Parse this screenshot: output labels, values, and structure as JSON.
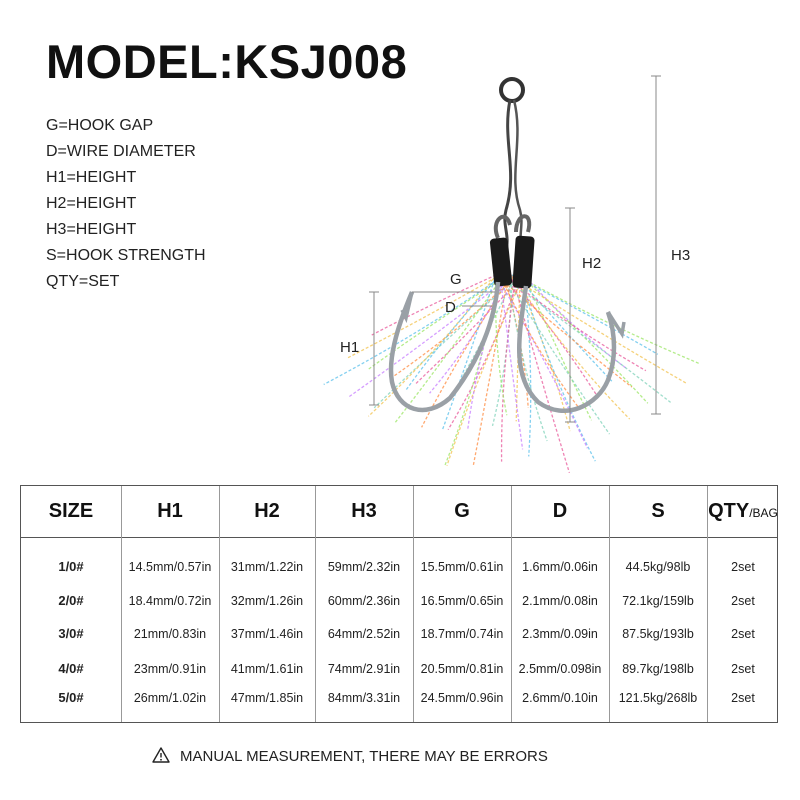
{
  "title": "MODEL:KSJ008",
  "legend": [
    "G=HOOK GAP",
    "D=WIRE DIAMETER",
    "H1=HEIGHT",
    "H2=HEIGHT",
    "H3=HEIGHT",
    "S=HOOK STRENGTH",
    "QTY=SET"
  ],
  "diagram_labels": {
    "g": "G",
    "d": "D",
    "h1": "H1",
    "h2": "H2",
    "h3": "H3"
  },
  "table": {
    "headers": [
      "SIZE",
      "H1",
      "H2",
      "H3",
      "G",
      "D",
      "S"
    ],
    "qty_header": "QTY",
    "qty_header_suffix": "/BAG",
    "rows": [
      [
        "1/0#",
        "14.5mm/0.57in",
        "31mm/1.22in",
        "59mm/2.32in",
        "15.5mm/0.61in",
        "1.6mm/0.06in",
        "44.5kg/98lb",
        "2set"
      ],
      [
        "2/0#",
        "18.4mm/0.72in",
        "32mm/1.26in",
        "60mm/2.36in",
        "16.5mm/0.65in",
        "2.1mm/0.08in",
        "72.1kg/159lb",
        "2set"
      ],
      [
        "3/0#",
        "21mm/0.83in",
        "37mm/1.46in",
        "64mm/2.52in",
        "18.7mm/0.74in",
        "2.3mm/0.09in",
        "87.5kg/193lb",
        "2set"
      ],
      [
        "4/0#",
        "23mm/0.91in",
        "41mm/1.61in",
        "74mm/2.91in",
        "20.5mm/0.81in",
        "2.5mm/0.098in",
        "89.7kg/198lb",
        "2set"
      ],
      [
        "5/0#",
        "26mm/1.02in",
        "47mm/1.85in",
        "84mm/3.31in",
        "24.5mm/0.96in",
        "2.6mm/0.10in",
        "121.5kg/268lb",
        "2set"
      ]
    ]
  },
  "notice": "MANUAL MEASUREMENT, THERE MAY BE ERRORS",
  "icons": {
    "notice": "warning-triangle-icon"
  }
}
